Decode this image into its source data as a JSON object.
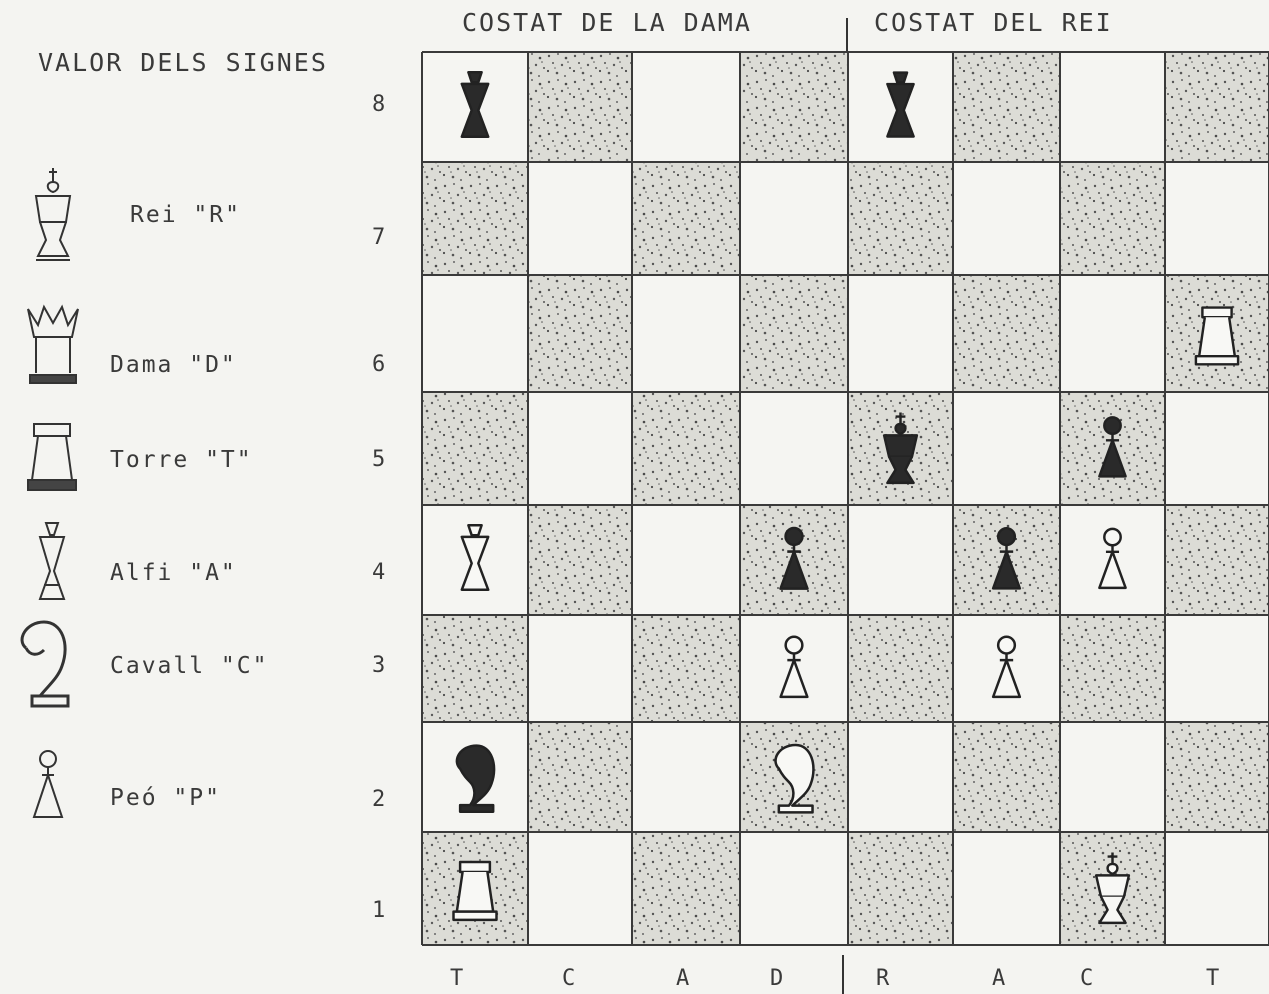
{
  "legend": {
    "title": "VALOR DELS SIGNES",
    "items": [
      {
        "piece": "king",
        "icon": "king-icon",
        "label": "Rei \"R\""
      },
      {
        "piece": "queen",
        "icon": "queen-icon",
        "label": "Dama \"D\""
      },
      {
        "piece": "rook",
        "icon": "rook-icon",
        "label": "Torre \"T\""
      },
      {
        "piece": "bishop",
        "icon": "bishop-icon",
        "label": "Alfi \"A\""
      },
      {
        "piece": "knight",
        "icon": "knight-icon",
        "label": "Cavall \"C\""
      },
      {
        "piece": "pawn",
        "icon": "pawn-icon",
        "label": "Peó \"P\""
      }
    ]
  },
  "board": {
    "queen_side_label": "COSTAT DE LA DAMA",
    "king_side_label": "COSTAT DEL REI",
    "ranks": [
      "8",
      "7",
      "6",
      "5",
      "4",
      "3",
      "2",
      "1"
    ],
    "files": [
      "T",
      "C",
      "A",
      "D",
      "R",
      "A",
      "C",
      "T"
    ],
    "pieces": [
      {
        "square": "a8",
        "piece": "bishop",
        "color": "black"
      },
      {
        "square": "e8",
        "piece": "bishop",
        "color": "black"
      },
      {
        "square": "h6",
        "piece": "rook",
        "color": "white"
      },
      {
        "square": "e5",
        "piece": "king",
        "color": "black"
      },
      {
        "square": "g5",
        "piece": "pawn",
        "color": "black"
      },
      {
        "square": "a4",
        "piece": "bishop",
        "color": "white"
      },
      {
        "square": "d4",
        "piece": "pawn",
        "color": "black"
      },
      {
        "square": "f4",
        "piece": "pawn",
        "color": "black"
      },
      {
        "square": "g4",
        "piece": "pawn",
        "color": "white"
      },
      {
        "square": "d3",
        "piece": "pawn",
        "color": "white"
      },
      {
        "square": "f3",
        "piece": "pawn",
        "color": "white"
      },
      {
        "square": "a2",
        "piece": "knight",
        "color": "black"
      },
      {
        "square": "d2",
        "piece": "knight",
        "color": "white"
      },
      {
        "square": "a1",
        "piece": "rook",
        "color": "white"
      },
      {
        "square": "g1",
        "piece": "king",
        "color": "white"
      }
    ]
  },
  "colors": {
    "light_square": "#f5f5f2",
    "dark_square": "#ddddd8",
    "speckle": "#5a5a5a",
    "line": "#3a3a3a",
    "black_piece": "#2a2a2a",
    "white_piece": "#f8f8f5"
  }
}
